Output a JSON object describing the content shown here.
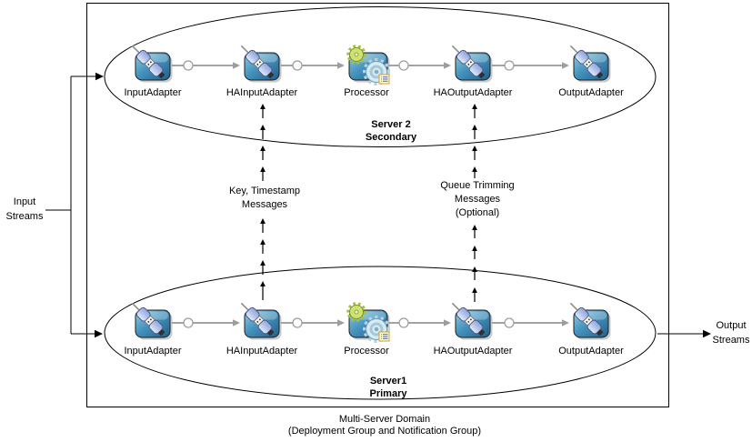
{
  "domain_box": {
    "caption_line1": "Multi-Server Domain",
    "caption_line2": "(Deployment Group and Notification Group)"
  },
  "streams": {
    "input_line1": "Input",
    "input_line2": "Streams",
    "output_line1": "Output",
    "output_line2": "Streams"
  },
  "servers": [
    {
      "name": "Server 2",
      "role": "Secondary",
      "components": [
        "InputAdapter",
        "HAInputAdapter",
        "Processor",
        "HAOutputAdapter",
        "OutputAdapter"
      ]
    },
    {
      "name": "Server1",
      "role": "Primary",
      "components": [
        "InputAdapter",
        "HAInputAdapter",
        "Processor",
        "HAOutputAdapter",
        "OutputAdapter"
      ]
    }
  ],
  "messages": [
    {
      "line1": "Key, Timestamp",
      "line2": "Messages",
      "line3": ""
    },
    {
      "line1": "Queue Trimming",
      "line2": "Messages",
      "line3": "(Optional)"
    }
  ],
  "icons": {
    "adapter": "usb-plug-adapter-icon",
    "processor": "gears-processor-icon"
  },
  "colors": {
    "adapter_blue": "#3f8cb8",
    "gear_green": "#c3d96d",
    "gear_blue": "#d9eaf2",
    "connector_gray": "#9d9d9d",
    "line_black": "#000000"
  }
}
